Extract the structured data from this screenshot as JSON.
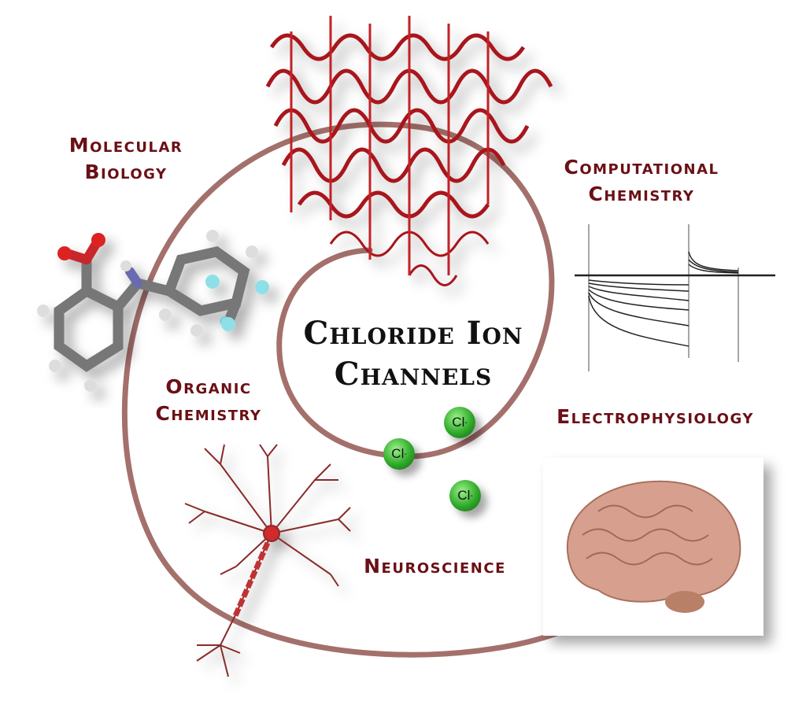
{
  "title": {
    "line1": "Chloride Ion",
    "line2": "Channels"
  },
  "labels": {
    "molecular_biology": [
      "Molecular",
      "Biology"
    ],
    "computational_chemistry": [
      "Computational",
      "Chemistry"
    ],
    "organic_chemistry": [
      "Organic",
      "Chemistry"
    ],
    "electrophysiology": "Electrophysiology",
    "neuroscience": "Neuroscience"
  },
  "ions": [
    {
      "symbol": "Cl",
      "charge": "-"
    },
    {
      "symbol": "Cl",
      "charge": "-"
    },
    {
      "symbol": "Cl",
      "charge": "-"
    }
  ],
  "colors": {
    "label": "#6a1016",
    "spiral": "#a4706c",
    "protein": "#b5161b",
    "ion": "#2faa2a"
  }
}
